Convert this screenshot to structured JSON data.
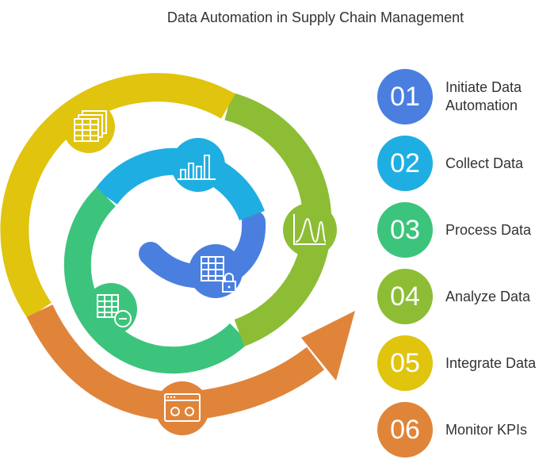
{
  "title": "Data Automation in Supply Chain Management",
  "steps": [
    {
      "num": "01",
      "label": "Initiate Data Automation",
      "color": "#4A7FE0",
      "icon": "table-lock-icon"
    },
    {
      "num": "02",
      "label": "Collect Data",
      "color": "#1FAEE2",
      "icon": "bar-chart-icon"
    },
    {
      "num": "03",
      "label": "Process Data",
      "color": "#3CC47C",
      "icon": "table-minus-icon"
    },
    {
      "num": "04",
      "label": "Analyze Data",
      "color": "#8DBD35",
      "icon": "distribution-curve-icon"
    },
    {
      "num": "05",
      "label": "Integrate Data",
      "color": "#E0C40E",
      "icon": "stacked-tables-icon"
    },
    {
      "num": "06",
      "label": "Monitor KPIs",
      "color": "#E0843A",
      "icon": "dashboard-window-icon"
    }
  ]
}
